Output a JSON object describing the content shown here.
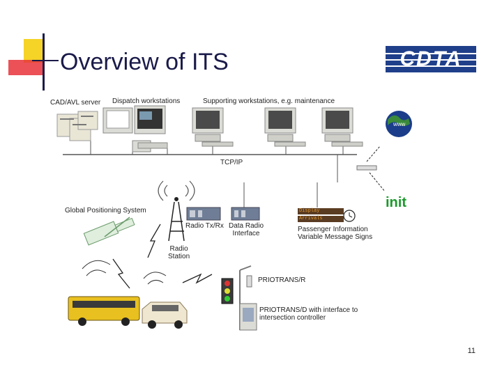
{
  "title": "Overview of ITS",
  "logo_text": "CDTA",
  "page_number": "11",
  "labels": {
    "cad_avl_server": "CAD/AVL server",
    "dispatch_workstations": "Dispatch workstations",
    "supporting_workstations": "Supporting workstations, e.g. maintenance",
    "tcp_ip": "TCP/IP",
    "gps": "Global Positioning System",
    "radio_txrx": "Radio Tx/Rx",
    "data_radio_line1": "Data Radio",
    "data_radio_line2": "Interface",
    "radio_station_line1": "Radio",
    "radio_station_line2": "Station",
    "passenger_info_line1": "Passenger Information",
    "passenger_info_line2": "Variable Message Signs",
    "priotrans_r": "PRIOTRANS/R",
    "priotrans_d_line1": "PRIOTRANS/D with interface to",
    "priotrans_d_line2": "intersection controller",
    "www": "www",
    "init_logo": "init",
    "sign_line1": "Display",
    "sign_line2": "Arrivals"
  },
  "colors": {
    "title": "#1a1a4a",
    "logo_bg": "#1f3f8a",
    "accent_yellow": "#f5d327",
    "accent_red": "#e8333a",
    "accent_navy": "#1a1a4a",
    "network_line": "#555555",
    "init_green": "#1a9a2a",
    "bus_yellow": "#e8c020"
  }
}
